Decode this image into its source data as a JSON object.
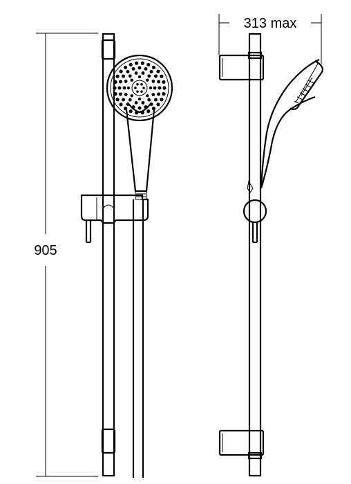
{
  "dimensions": {
    "height_label": "905",
    "width_label": "313 max"
  },
  "parts": {
    "front_view": [
      "riser-rail",
      "handset-head",
      "handset-handle",
      "slider-holder",
      "hose"
    ],
    "side_view": [
      "riser-rail",
      "top-bracket",
      "bottom-bracket",
      "handset-side",
      "slider-knob"
    ]
  }
}
